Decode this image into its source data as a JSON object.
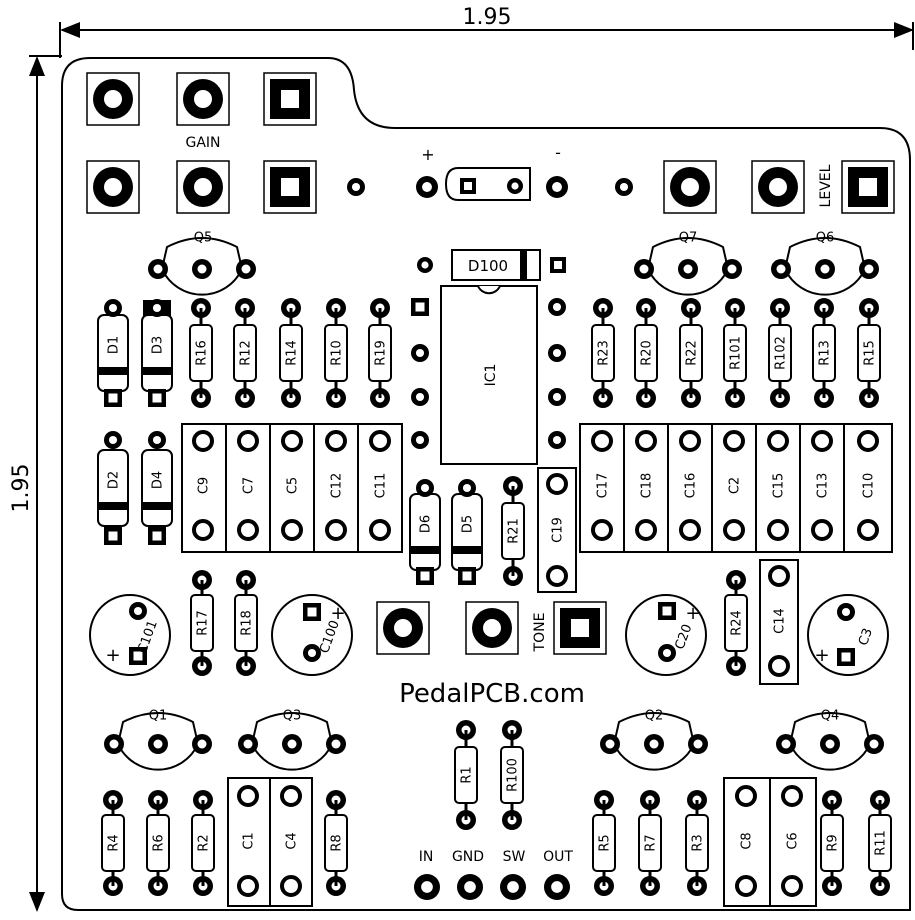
{
  "dimensions": {
    "width_label": "1.95",
    "height_label": "1.95"
  },
  "brand": "PedalPCB.com",
  "controls": {
    "gain": "GAIN",
    "tone": "TONE",
    "level": "LEVEL"
  },
  "power": {
    "plus": "+",
    "minus": "-"
  },
  "io": {
    "in": "IN",
    "gnd": "GND",
    "sw": "SW",
    "out": "OUT"
  },
  "ic": "IC1",
  "diode_main": "D100",
  "transistors": {
    "q1": "Q1",
    "q2": "Q2",
    "q3": "Q3",
    "q4": "Q4",
    "q5": "Q5",
    "q6": "Q6",
    "q7": "Q7"
  },
  "diodes": {
    "d1": "D1",
    "d2": "D2",
    "d3": "D3",
    "d4": "D4",
    "d5": "D5",
    "d6": "D6"
  },
  "resistors": {
    "r1": "R1",
    "r2": "R2",
    "r3": "R3",
    "r4": "R4",
    "r5": "R5",
    "r6": "R6",
    "r7": "R7",
    "r8": "R8",
    "r9": "R9",
    "r10": "R10",
    "r11": "R11",
    "r12": "R12",
    "r13": "R13",
    "r14": "R14",
    "r15": "R15",
    "r16": "R16",
    "r17": "R17",
    "r18": "R18",
    "r19": "R19",
    "r20": "R20",
    "r21": "R21",
    "r22": "R22",
    "r23": "R23",
    "r24": "R24",
    "r100": "R100",
    "r101": "R101",
    "r102": "R102"
  },
  "capacitors": {
    "c1": "C1",
    "c2": "C2",
    "c3": "C3",
    "c4": "C4",
    "c5": "C5",
    "c6": "C6",
    "c7": "C7",
    "c8": "C8",
    "c9": "C9",
    "c10": "C10",
    "c11": "C11",
    "c12": "C12",
    "c13": "C13",
    "c14": "C14",
    "c15": "C15",
    "c16": "C16",
    "c17": "C17",
    "c18": "C18",
    "c19": "C19",
    "c20": "C20",
    "c100": "C100",
    "c101": "C101"
  },
  "polarity": {
    "plus": "+"
  }
}
